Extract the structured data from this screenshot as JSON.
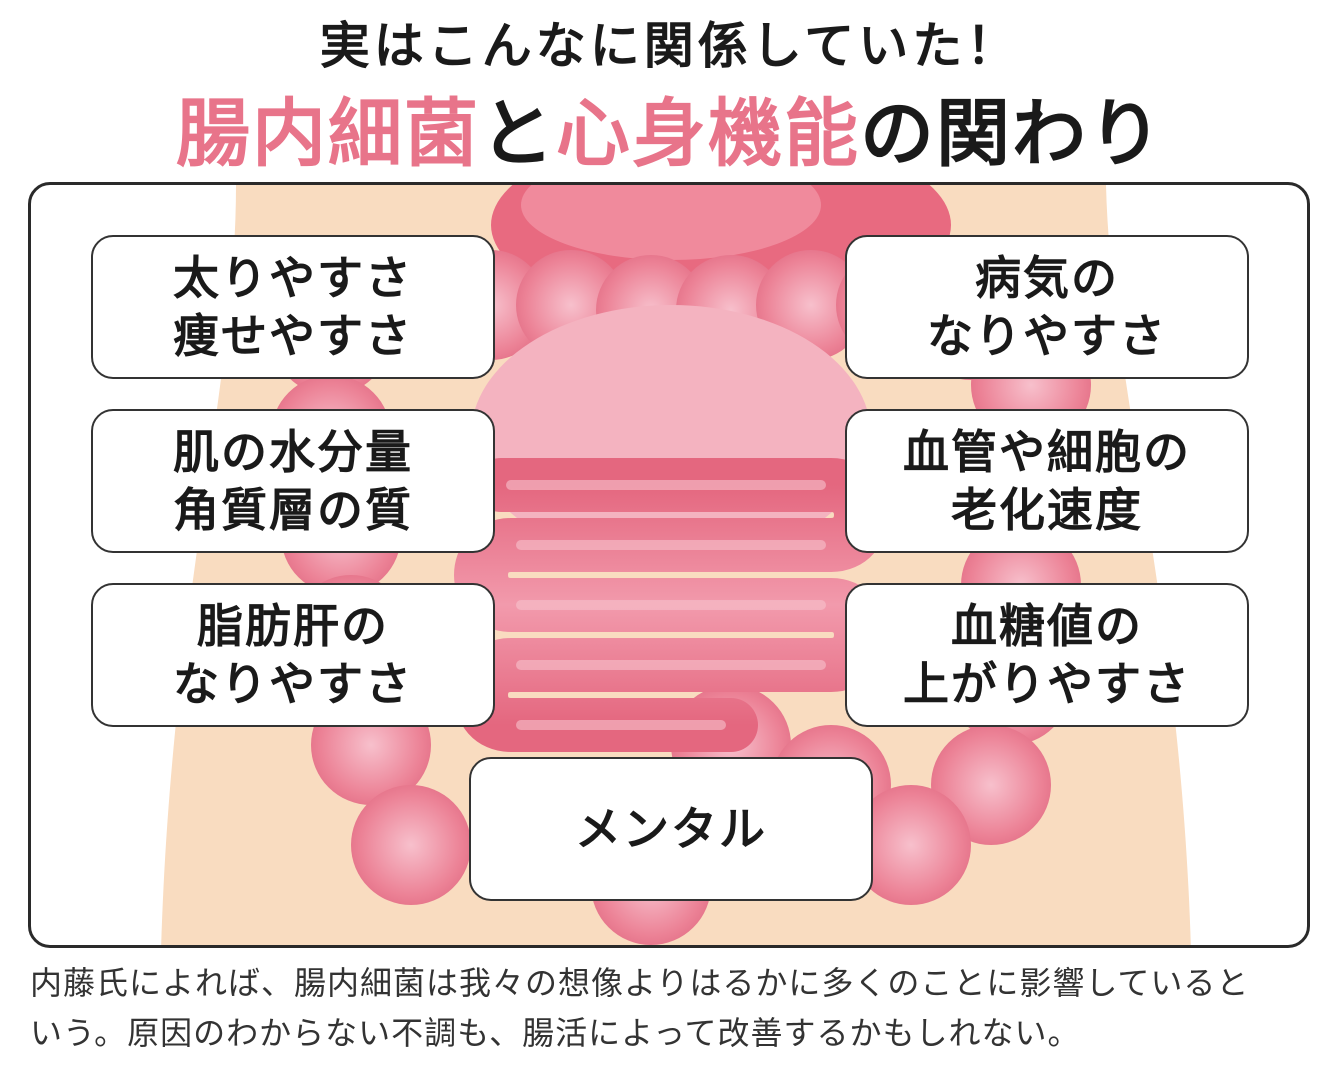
{
  "title": {
    "line1": "実はこんなに関係していた！",
    "line2_parts": [
      {
        "text": "腸内細菌",
        "tone": "pink"
      },
      {
        "text": "と",
        "tone": "dark"
      },
      {
        "text": "心身機能",
        "tone": "pink"
      },
      {
        "text": "の関わり",
        "tone": "dark"
      }
    ]
  },
  "boxes": {
    "left1": [
      "太りやすさ",
      "痩せやすさ"
    ],
    "left2": [
      "肌の水分量",
      "角質層の質"
    ],
    "left3": [
      "脂肪肝の",
      "なりやすさ"
    ],
    "right1": [
      "病気の",
      "なりやすさ"
    ],
    "right2": [
      "血管や細胞の",
      "老化速度"
    ],
    "right3": [
      "血糖値の",
      "上がりやすさ"
    ],
    "center": [
      "メンタル"
    ]
  },
  "caption": {
    "line1": "内藤氏によれば、腸内細菌は我々の想像よりはるかに多くのことに影響していると",
    "line2": "いう。原因のわからない不調も、腸活によって改善するかもしれない。"
  },
  "colors": {
    "accent_pink": "#e8748a",
    "skin": "#f9dcc0",
    "intestine": "#ec8296",
    "intestine_light": "#f4aabb"
  }
}
